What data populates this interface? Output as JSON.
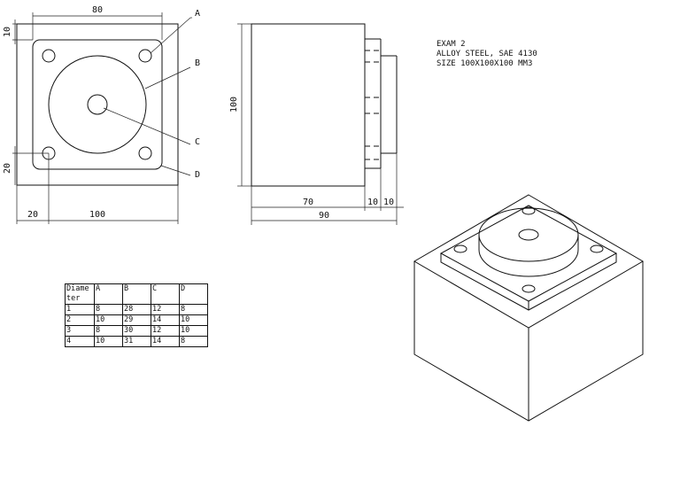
{
  "notes": {
    "line1": "EXAM 2",
    "line2": "ALLOY STEEL, SAE 4130",
    "line3": "SIZE 100X100X100 MM3"
  },
  "top_view": {
    "dim_top": "80",
    "dim_left_top": "10",
    "dim_left_bottom": "20",
    "dim_bottom_left": "20",
    "dim_bottom_right": "100",
    "callouts": [
      "A",
      "B",
      "C",
      "D"
    ]
  },
  "front_view": {
    "dim_height": "100",
    "dim_70": "70",
    "dim_10a": "10",
    "dim_10b": "10",
    "dim_90": "90"
  },
  "table": {
    "headers": [
      "Diame\nter",
      "A",
      "B",
      "C",
      "D"
    ],
    "rows": [
      [
        "1",
        "8",
        "28",
        "12",
        "8"
      ],
      [
        "2",
        "10",
        "29",
        "14",
        "10"
      ],
      [
        "3",
        "8",
        "30",
        "12",
        "10"
      ],
      [
        "4",
        "10",
        "31",
        "14",
        "8"
      ]
    ]
  }
}
